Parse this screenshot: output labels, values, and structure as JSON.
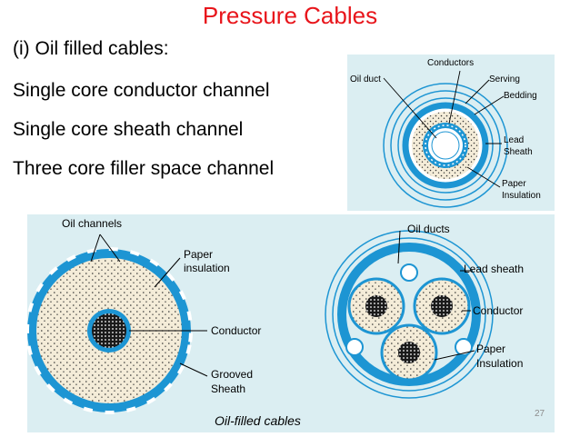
{
  "title": "Pressure Cables",
  "lines": [
    "(i)  Oil filled cables:",
    "Single core conductor channel",
    "Single core sheath channel",
    "Three core filler space channel"
  ],
  "top_diagram": {
    "labels": {
      "conductors": "Conductors",
      "oil_duct": "Oil duct",
      "serving": "Serving",
      "bedding": "Bedding",
      "lead": "Lead",
      "sheath": "Sheath",
      "paper": "Paper",
      "insulation": "Insulation"
    }
  },
  "bottom_left_diagram": {
    "labels": {
      "oil_channels": "Oil channels",
      "paper": "Paper",
      "insulation": "insulation",
      "conductor": "Conductor",
      "grooved": "Grooved",
      "sheath": "Sheath"
    }
  },
  "bottom_right_diagram": {
    "labels": {
      "oil_ducts": "Oil ducts",
      "lead_sheath": "Lead sheath",
      "conductor": "Conductor",
      "paper": "Paper",
      "insulation": "Insulation"
    }
  },
  "caption": "Oil-filled cables",
  "page_number": "27",
  "colors": {
    "title": "#e8151b",
    "panel_bg": "#dbeef2",
    "sheath_blue": "#1d95d3",
    "insulation_fill": "#f4ecd8",
    "conductor_dark": "#1a1a1a"
  }
}
